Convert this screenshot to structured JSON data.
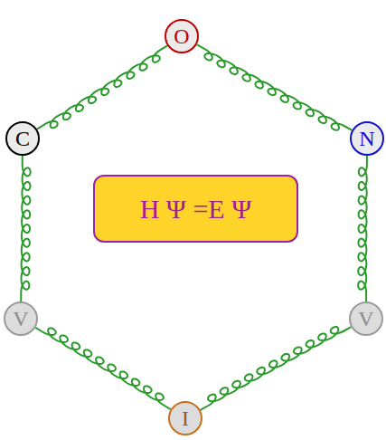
{
  "diagram": {
    "nodes": [
      {
        "text": [
          "O"
        ]
      },
      {
        "text": [
          "C"
        ]
      },
      {
        "text": [
          "N"
        ]
      },
      {
        "text": [
          "H Ψ =E Ψ"
        ]
      },
      {
        "text": [
          "V"
        ]
      },
      {
        "text": [
          "V"
        ]
      },
      {
        "text": [
          "I"
        ]
      }
    ],
    "edges": [
      {
        "from": 0,
        "to": 2,
        "arrow": "none"
      },
      {
        "from": 2,
        "to": 5,
        "arrow": "none"
      },
      {
        "from": 5,
        "to": 6,
        "arrow": "none"
      },
      {
        "from": 6,
        "to": 4,
        "arrow": "none"
      },
      {
        "from": 4,
        "to": 1,
        "arrow": "none"
      },
      {
        "from": 1,
        "to": 0,
        "arrow": "none"
      }
    ]
  }
}
